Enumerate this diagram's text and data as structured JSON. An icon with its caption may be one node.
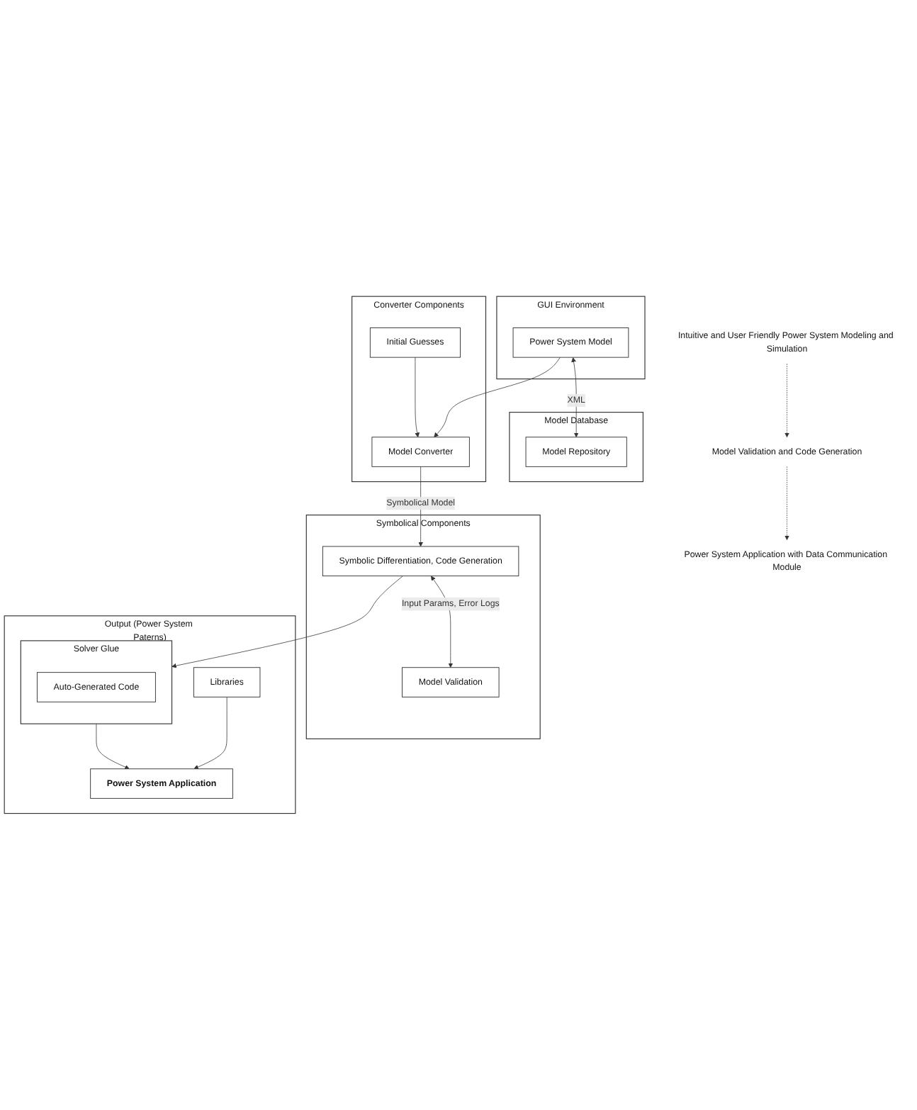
{
  "diagram": {
    "nodes": [
      {
        "text": [
          "GUI Environment"
        ]
      },
      {
        "text": [
          "Power System Model"
        ],
        "in": 0
      },
      {
        "text": [
          "Model Database"
        ]
      },
      {
        "text": [
          "Model Repository"
        ],
        "in": 2
      },
      {
        "text": [
          "Converter Components"
        ]
      },
      {
        "text": [
          "Model Converter"
        ],
        "in": 4
      },
      {
        "text": [
          "Initial Guesses"
        ],
        "in": 4
      },
      {
        "text": [
          "Symbolical Components"
        ]
      },
      {
        "text": [
          "Symbolic Differentiation, Code Generation"
        ],
        "in": 7
      },
      {
        "text": [
          "Model Validation"
        ],
        "in": 7
      },
      {
        "text": [
          "Output (Power System Paterns)"
        ]
      },
      {
        "text": [
          "Solver Glue"
        ],
        "in": 10
      },
      {
        "text": [
          "Auto-Generated Code"
        ],
        "in": 11
      },
      {
        "text": [
          "Libraries"
        ],
        "in": 10
      },
      {
        "text": [
          "Power System Application"
        ],
        "in": 10
      },
      {
        "text": [
          "Intuitive and User Friendly Power System Modeling and Simulation"
        ]
      },
      {
        "text": [
          "Model Validation and Code Generation"
        ]
      },
      {
        "text": [
          "Power System Application with Data Communication Module"
        ]
      }
    ],
    "edges": [
      {
        "from": 1,
        "to": 3,
        "arrow": "both",
        "label": "XML"
      },
      {
        "from": 1,
        "to": 5,
        "arrow": "to"
      },
      {
        "from": 6,
        "to": 5,
        "arrow": "to"
      },
      {
        "from": 5,
        "to": 8,
        "arrow": "to",
        "label": "Symbolical Model"
      },
      {
        "from": 8,
        "to": 9,
        "arrow": "both",
        "label": "Input Params, Error Logs"
      },
      {
        "from": 8,
        "to": 11,
        "arrow": "to"
      },
      {
        "from": 11,
        "to": 14,
        "arrow": "to"
      },
      {
        "from": 13,
        "to": 14,
        "arrow": "to"
      },
      {
        "from": 15,
        "to": 16,
        "arrow": "to",
        "style": "dashed"
      },
      {
        "from": 16,
        "to": 17,
        "arrow": "to",
        "style": "dashed"
      }
    ]
  }
}
